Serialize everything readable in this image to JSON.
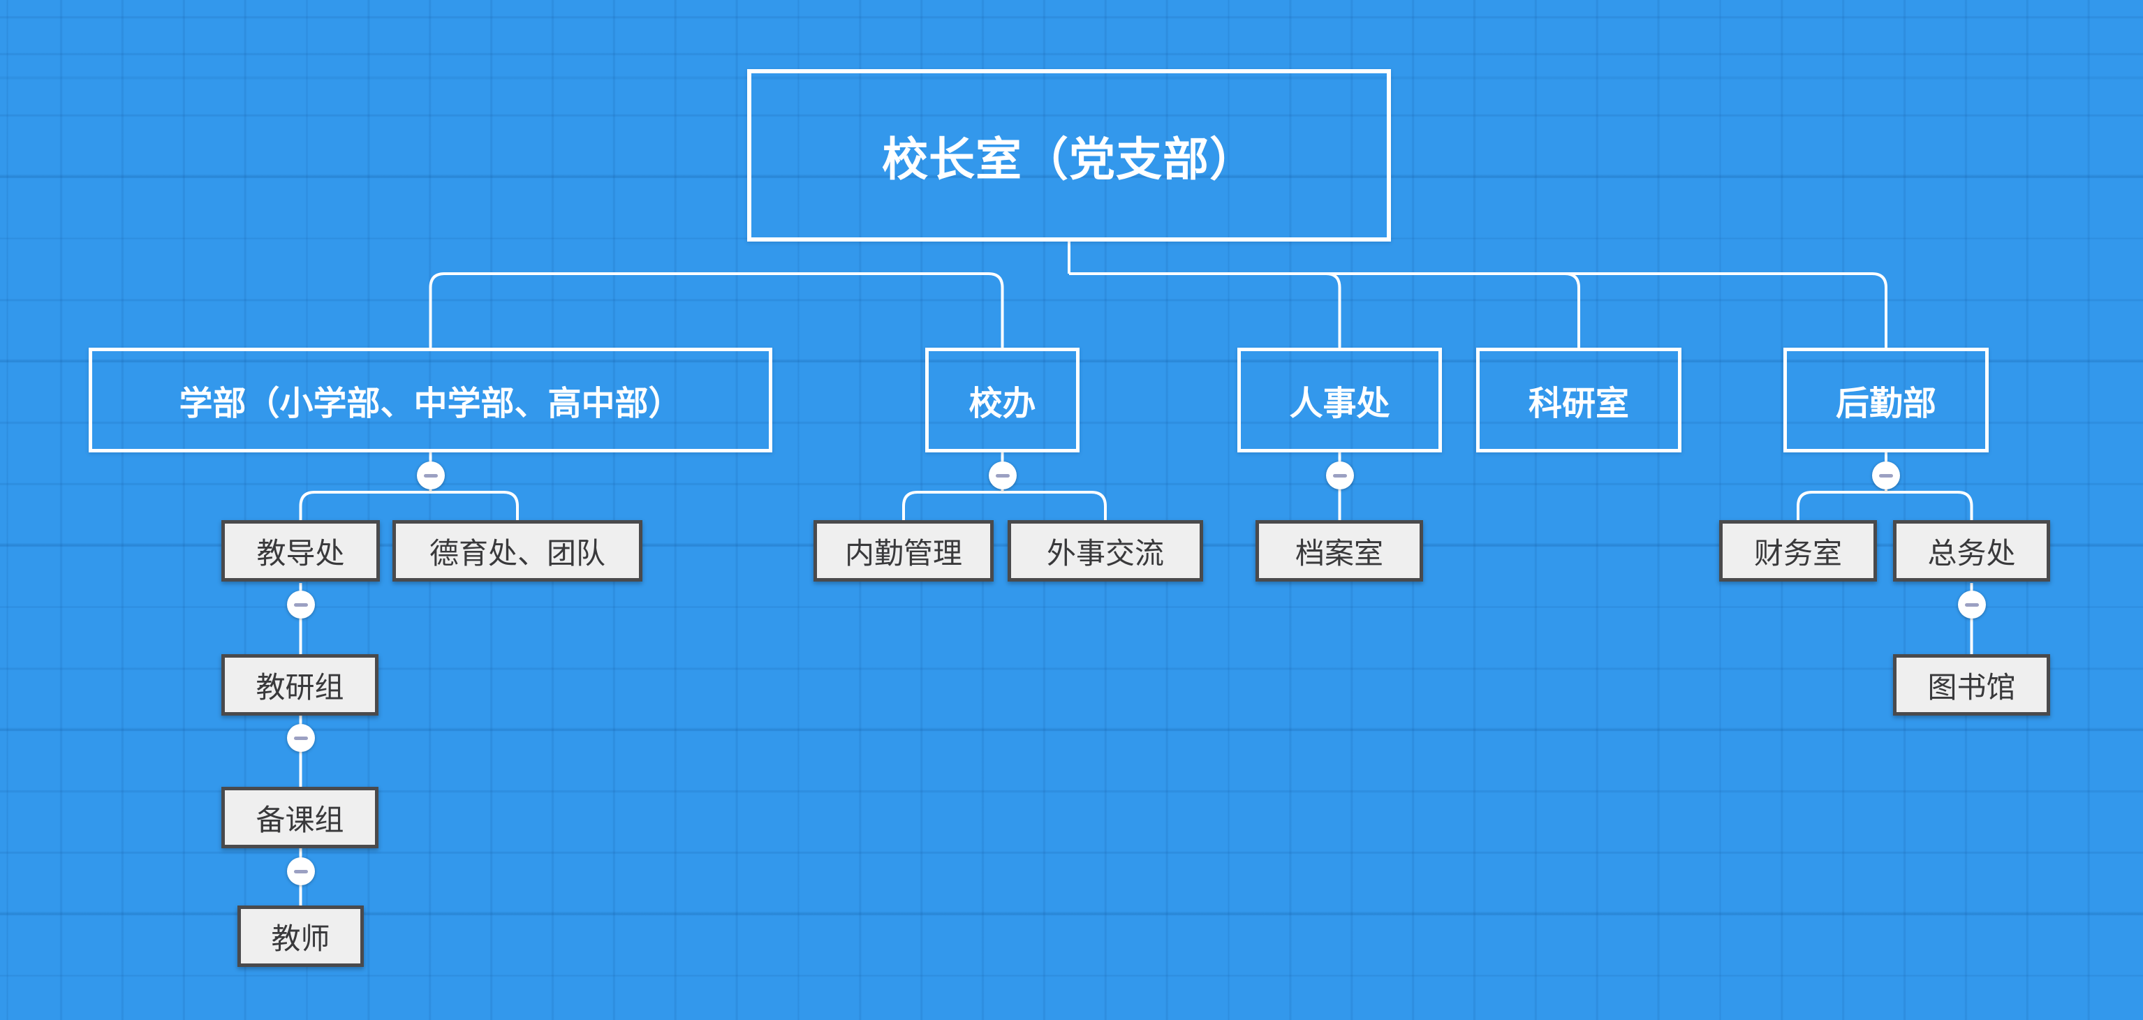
{
  "app": {
    "view": "org-chart-canvas",
    "grid": "on"
  },
  "colors": {
    "canvas_bg": "#3398ec",
    "grid_line": "rgba(15,80,150,0.14)",
    "grid_line_major": "rgba(15,80,150,0.10)",
    "connector": "#ffffff",
    "dept_node_border": "#ffffff",
    "dept_node_text": "#ffffff",
    "unit_node_fill": "#efefef",
    "unit_node_border": "#4a4a4c",
    "unit_node_text": "#39393b",
    "collapse_circle_fill": "#ffffff",
    "collapse_minus": "#9ba0c2"
  },
  "nodes": [
    {
      "id": "principal-office",
      "label": "校长室（党支部）",
      "kind": "root"
    },
    {
      "id": "academic-division",
      "label": "学部（小学部、中学部、高中部）",
      "kind": "department"
    },
    {
      "id": "school-office",
      "label": "校办",
      "kind": "department"
    },
    {
      "id": "hr-office",
      "label": "人事处",
      "kind": "department"
    },
    {
      "id": "research-office",
      "label": "科研室",
      "kind": "department"
    },
    {
      "id": "logistics-dept",
      "label": "后勤部",
      "kind": "department"
    },
    {
      "id": "teaching-affairs-office",
      "label": "教导处",
      "kind": "unit"
    },
    {
      "id": "moral-education-team",
      "label": "德育处、团队",
      "kind": "unit"
    },
    {
      "id": "internal-affairs",
      "label": "内勤管理",
      "kind": "unit"
    },
    {
      "id": "foreign-exchange",
      "label": "外事交流",
      "kind": "unit"
    },
    {
      "id": "archives-room",
      "label": "档案室",
      "kind": "unit"
    },
    {
      "id": "finance-office",
      "label": "财务室",
      "kind": "unit"
    },
    {
      "id": "general-affairs-office",
      "label": "总务处",
      "kind": "unit"
    },
    {
      "id": "teaching-research-group",
      "label": "教研组",
      "kind": "unit"
    },
    {
      "id": "library",
      "label": "图书馆",
      "kind": "unit"
    },
    {
      "id": "lesson-prep-group",
      "label": "备课组",
      "kind": "unit"
    },
    {
      "id": "teachers",
      "label": "教师",
      "kind": "unit"
    }
  ],
  "edges": [
    {
      "from": "principal-office",
      "to": "academic-division"
    },
    {
      "from": "principal-office",
      "to": "school-office"
    },
    {
      "from": "principal-office",
      "to": "hr-office"
    },
    {
      "from": "principal-office",
      "to": "research-office"
    },
    {
      "from": "principal-office",
      "to": "logistics-dept"
    },
    {
      "from": "academic-division",
      "to": "teaching-affairs-office"
    },
    {
      "from": "academic-division",
      "to": "moral-education-team"
    },
    {
      "from": "school-office",
      "to": "internal-affairs"
    },
    {
      "from": "school-office",
      "to": "foreign-exchange"
    },
    {
      "from": "hr-office",
      "to": "archives-room"
    },
    {
      "from": "logistics-dept",
      "to": "finance-office"
    },
    {
      "from": "logistics-dept",
      "to": "general-affairs-office"
    },
    {
      "from": "teaching-affairs-office",
      "to": "teaching-research-group"
    },
    {
      "from": "teaching-research-group",
      "to": "lesson-prep-group"
    },
    {
      "from": "lesson-prep-group",
      "to": "teachers"
    },
    {
      "from": "general-affairs-office",
      "to": "library"
    }
  ],
  "collapse_buttons": [
    {
      "on": "academic-division",
      "glyph": "minus",
      "state": "expanded"
    },
    {
      "on": "school-office",
      "glyph": "minus",
      "state": "expanded"
    },
    {
      "on": "hr-office",
      "glyph": "minus",
      "state": "expanded"
    },
    {
      "on": "logistics-dept",
      "glyph": "minus",
      "state": "expanded"
    },
    {
      "on": "teaching-affairs-office",
      "glyph": "minus",
      "state": "expanded"
    },
    {
      "on": "general-affairs-office",
      "glyph": "minus",
      "state": "expanded"
    },
    {
      "on": "teaching-research-group",
      "glyph": "minus",
      "state": "expanded"
    },
    {
      "on": "lesson-prep-group",
      "glyph": "minus",
      "state": "expanded"
    }
  ]
}
